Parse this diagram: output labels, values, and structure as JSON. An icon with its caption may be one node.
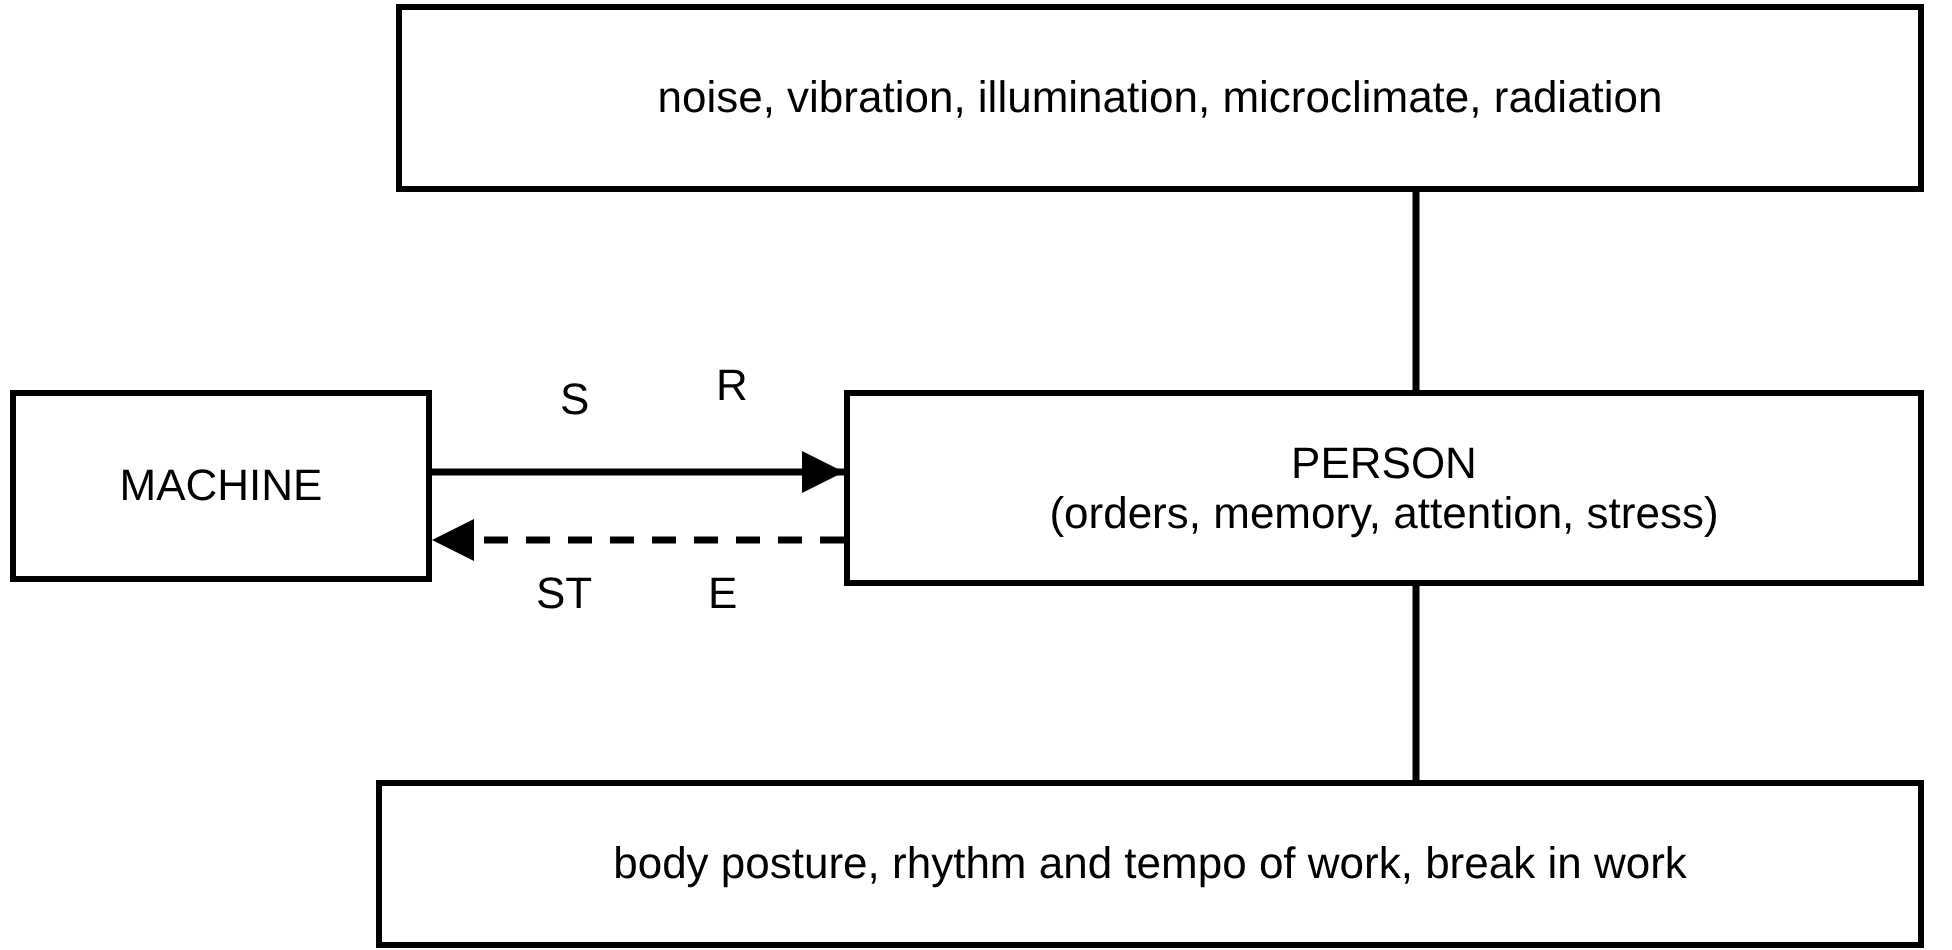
{
  "diagram": {
    "nodes": [
      {
        "text": [
          "noise, vibration, illumination, microclimate, radiation"
        ]
      },
      {
        "text": [
          "MACHINE"
        ]
      },
      {
        "text": [
          "PERSON",
          "(orders, memory, attention, stress)"
        ]
      },
      {
        "text": [
          "body posture, rhythm and tempo of work, break in work"
        ]
      }
    ],
    "edges": [
      {
        "from": 1,
        "to": 2,
        "arrow": "to"
      },
      {
        "from": 2,
        "to": 1,
        "arrow": "to",
        "style": "dashed"
      },
      {
        "from": 0,
        "to": 2,
        "arrow": "none"
      },
      {
        "from": 2,
        "to": 3,
        "arrow": "none"
      }
    ],
    "labels": [
      "S",
      "R",
      "ST",
      "E"
    ]
  }
}
